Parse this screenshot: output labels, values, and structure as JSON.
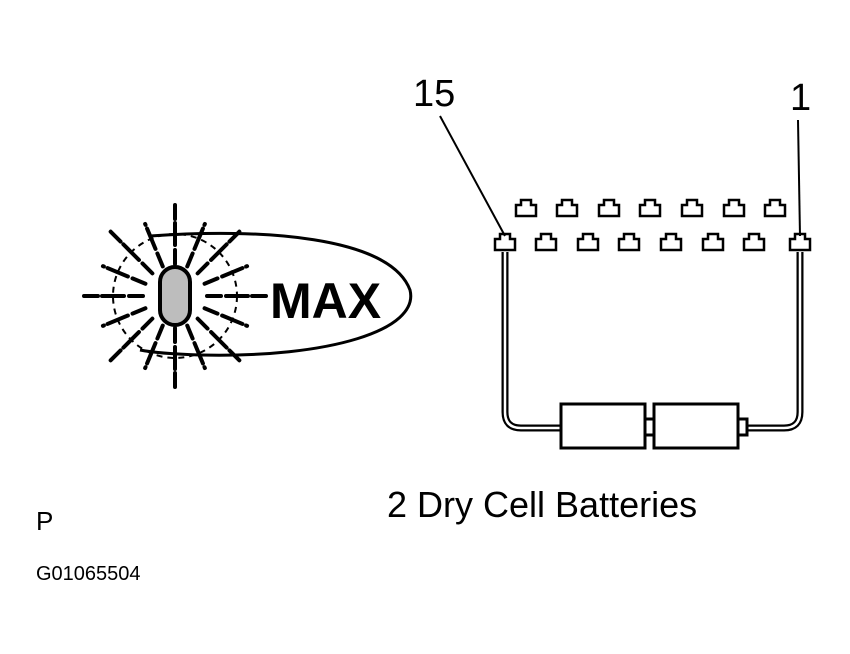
{
  "indicator": {
    "text": "MAX"
  },
  "connector": {
    "pin_left_label": "15",
    "pin_right_label": "1"
  },
  "battery": {
    "caption": "2 Dry Cell Batteries"
  },
  "corner_letter": "P",
  "figure_id": "G01065504"
}
